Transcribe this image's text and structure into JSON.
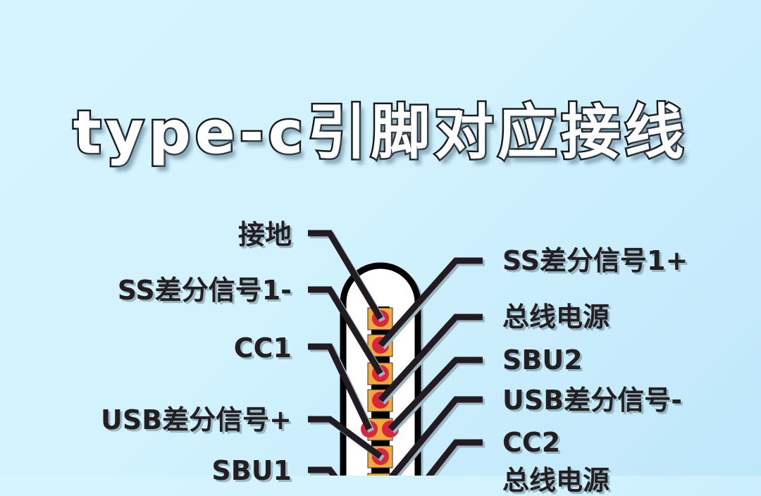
{
  "title": "type-c引脚对应接线",
  "colors": {
    "background_top": "#d5f4ff",
    "background_bottom": "#bfe7fa",
    "line": "#231f20",
    "line_shadow": "#9fb6c3",
    "pin_pad": "#f4a93c",
    "pin_dot": "#d7263d",
    "shell_fill": "#ffffff",
    "shell_stroke": "#000000"
  },
  "left_labels": [
    {
      "text": "接地"
    },
    {
      "text": "SS差分信号1-"
    },
    {
      "text": "CC1"
    },
    {
      "text": "USB差分信号+"
    },
    {
      "text": "SBU1"
    }
  ],
  "right_labels": [
    {
      "text": "SS差分信号1+"
    },
    {
      "text": "总线电源"
    },
    {
      "text": "SBU2"
    },
    {
      "text": "USB差分信号-"
    },
    {
      "text": "CC2"
    },
    {
      "text": "总线电源"
    }
  ]
}
